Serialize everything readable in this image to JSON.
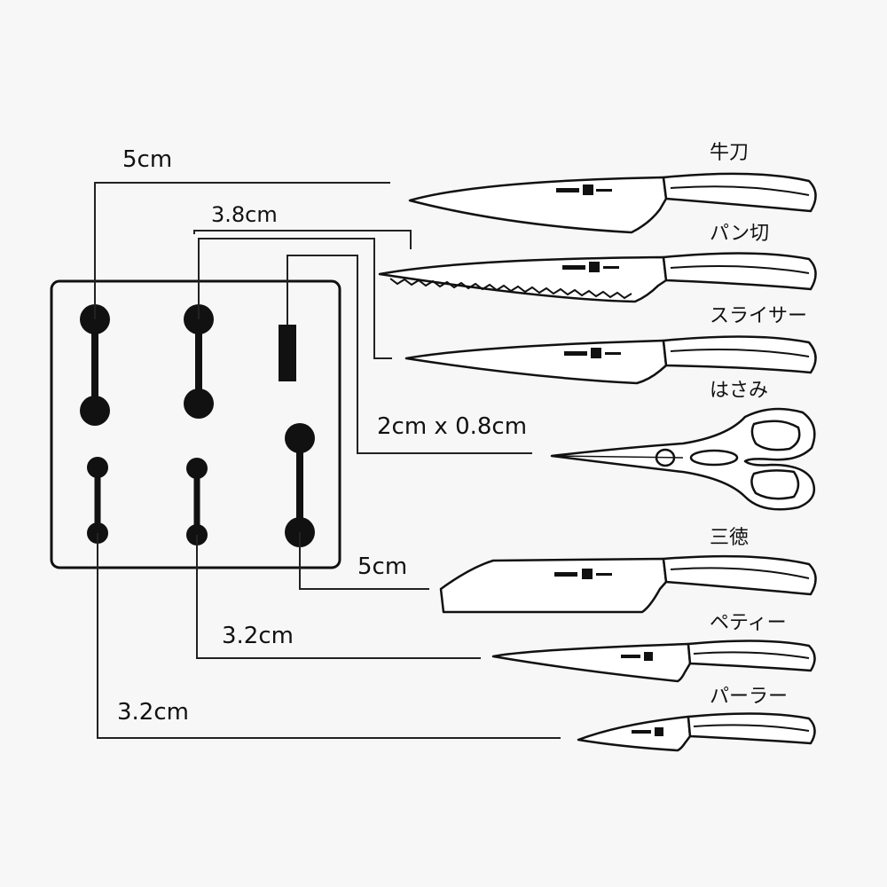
{
  "dimension_labels": {
    "gyuto_slot": "5cm",
    "bread_slot": "3.8cm",
    "scissors_slot": "2cm x 0.8cm",
    "santoku_slot": "5cm",
    "petty_slot": "3.2cm",
    "paring_slot": "3.2cm"
  },
  "tools": {
    "gyuto": "牛刀",
    "bread": "パン切",
    "slicer": "スライサー",
    "scissors": "はさみ",
    "santoku": "三徳",
    "petty": "ペティー",
    "paring": "パーラー"
  },
  "colors": {
    "ink": "#111111",
    "background": "#f7f7f7"
  }
}
